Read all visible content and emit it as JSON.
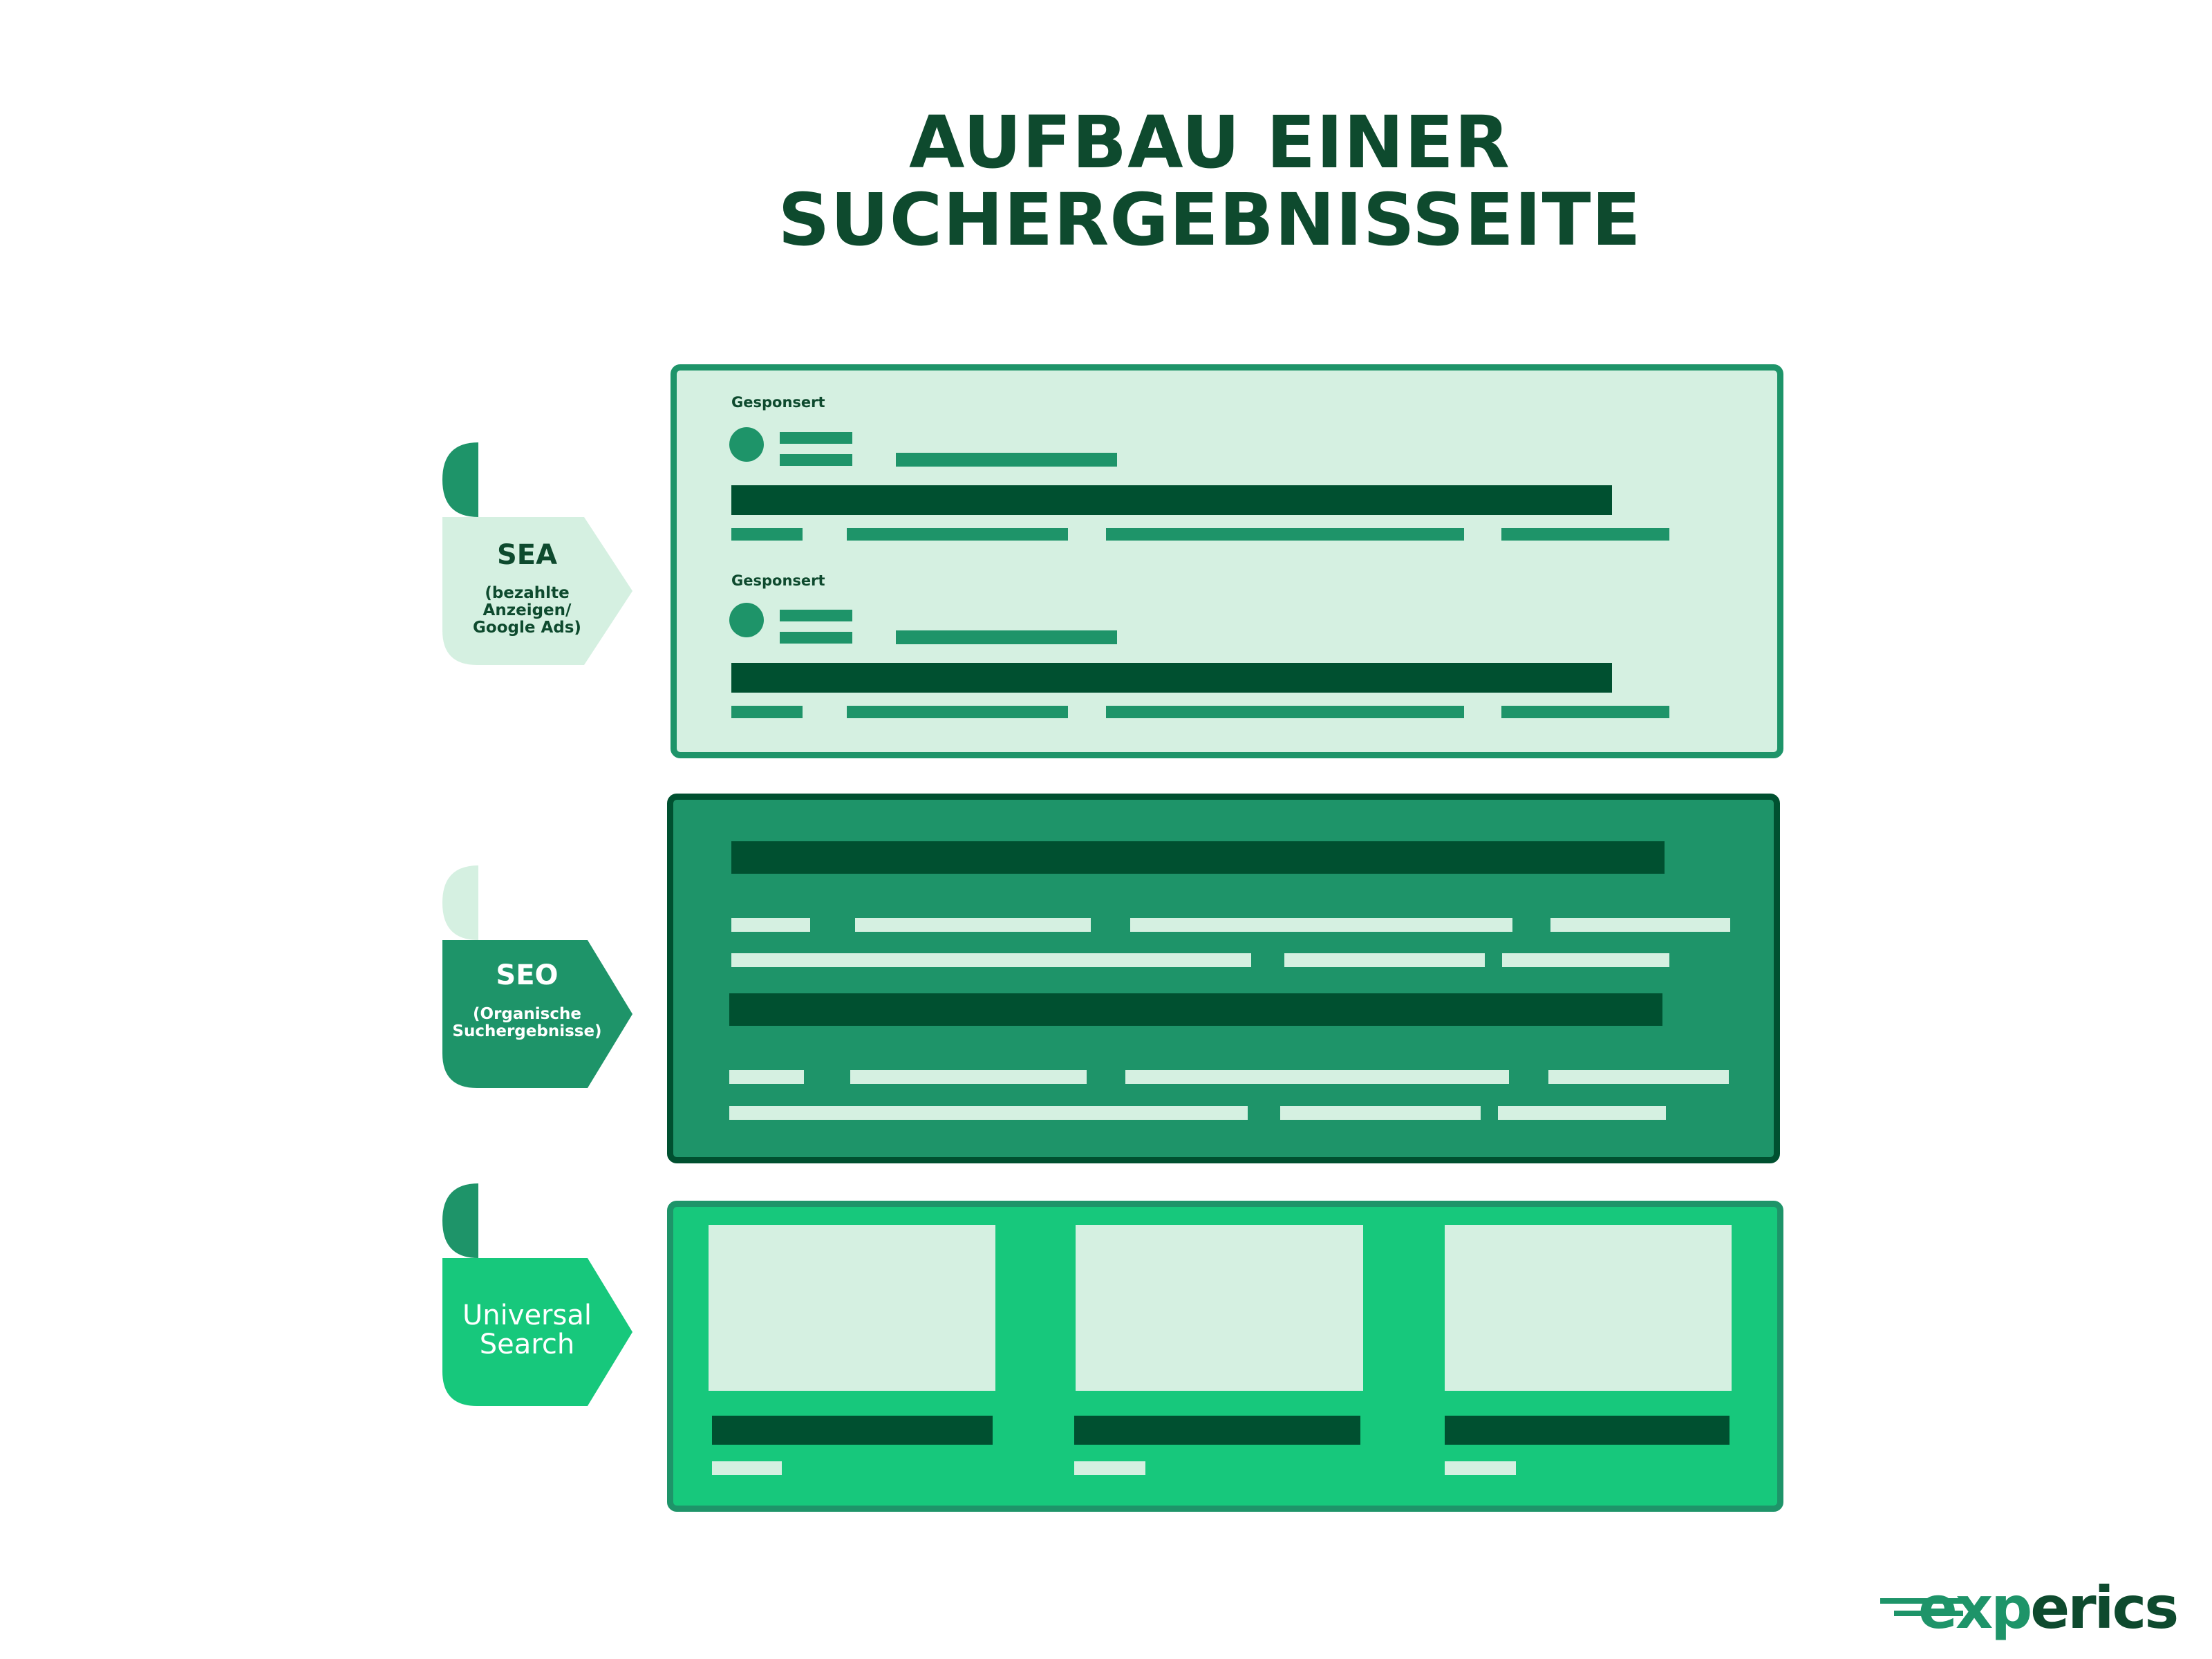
{
  "title": {
    "line1": "AUFBAU EINER",
    "line2": "SUCHERGEBNISSEITE"
  },
  "colors": {
    "dark_green": "#005030",
    "mid_green": "#1e9469",
    "bright_green": "#17c87c",
    "pale_green": "#d5f0e1",
    "title_green": "#0e4a2e"
  },
  "sea": {
    "tag_label": "SEA",
    "tag_sub": "(bezahlte Anzeigen/ Google Ads)",
    "sponsored_label_1": "Gesponsert",
    "sponsored_label_2": "Gesponsert"
  },
  "seo": {
    "tag_label": "SEO",
    "tag_sub": "(Organische Suchergebnisse)"
  },
  "universal": {
    "tag_label_line1": "Universal",
    "tag_label_line2": "Search"
  },
  "logo": {
    "text_part1": "exp",
    "text_part2": "erics"
  }
}
